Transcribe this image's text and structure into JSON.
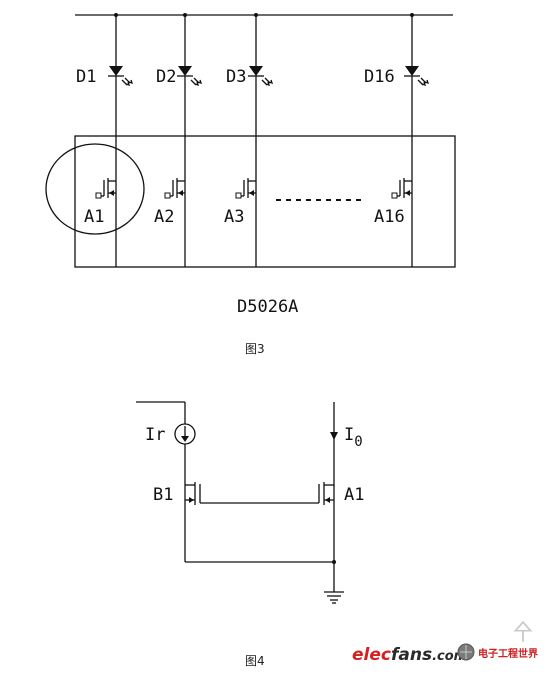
{
  "figure3": {
    "diodes": [
      "D1",
      "D2",
      "D3",
      "D16"
    ],
    "transistors": [
      "A1",
      "A2",
      "A3",
      "A16"
    ],
    "chip_label": "D5026A",
    "caption": "图3"
  },
  "figure4": {
    "ref_current": "Ir",
    "out_current_main": "I",
    "out_current_sub": "0",
    "transistor_left": "B1",
    "transistor_right": "A1",
    "caption": "图4"
  },
  "watermark": {
    "brand_part1": "elec",
    "brand_part2": "fans",
    "brand_part3": ".com",
    "cn_text": "电子工程世界",
    "colors": {
      "red": "#d62020",
      "dark": "#2a2a2a",
      "blue": "#1e5fb0"
    }
  }
}
